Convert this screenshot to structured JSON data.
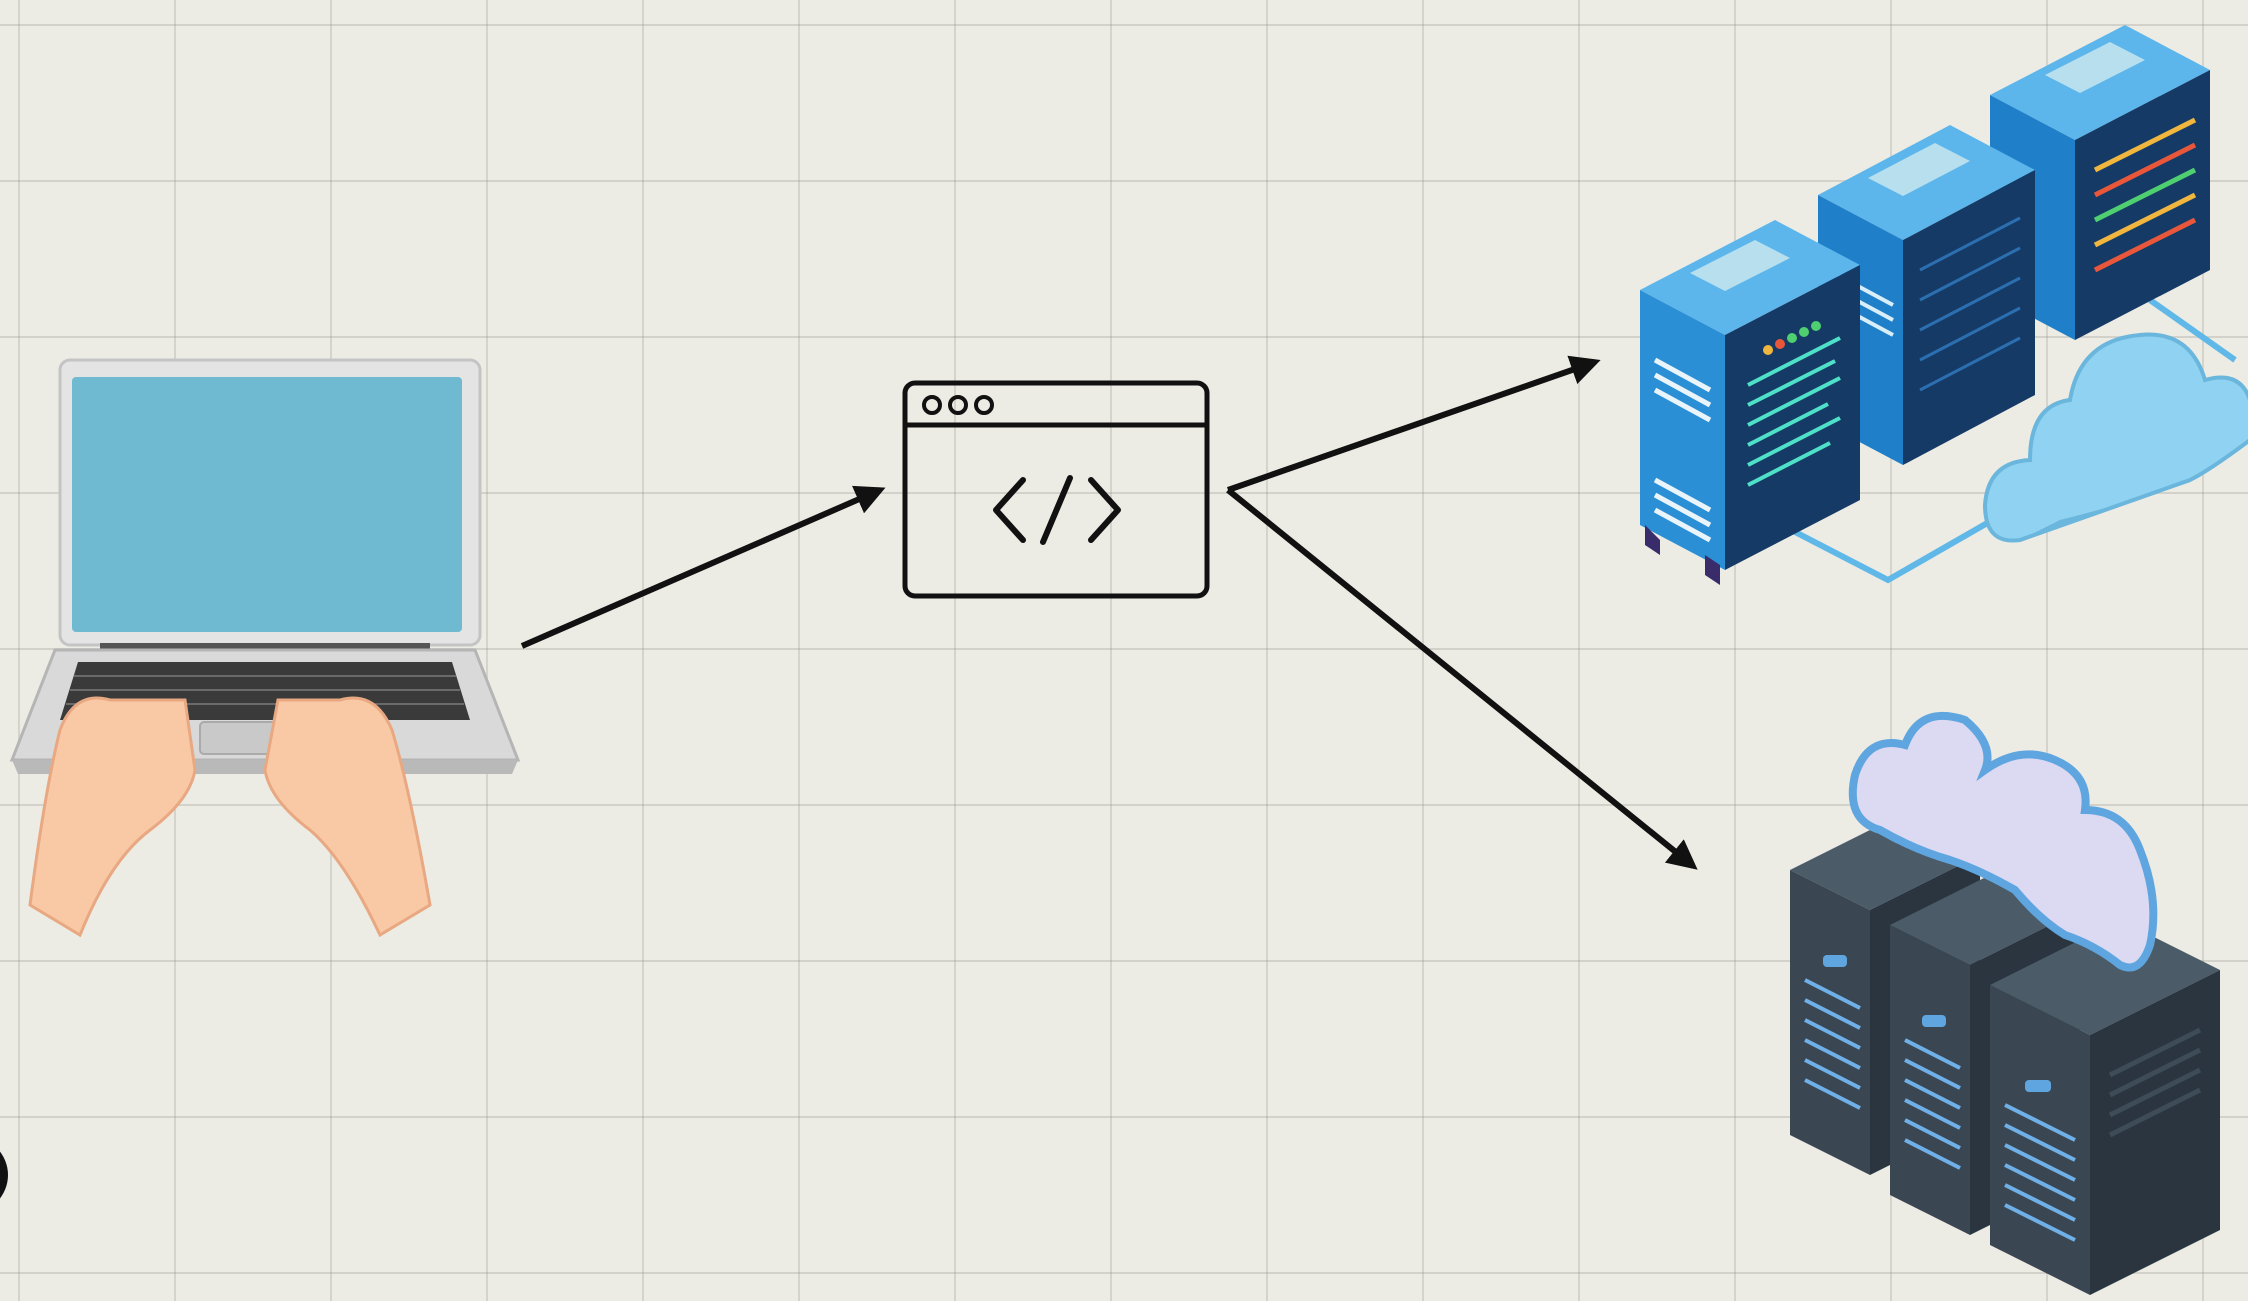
{
  "diagram": {
    "nodes": [
      {
        "id": "user-laptop",
        "icon": "laptop-typing-icon"
      },
      {
        "id": "code-window",
        "icon": "code-browser-window-icon"
      },
      {
        "id": "blue-cloud-servers",
        "icon": "server-rack-cloud-icon"
      },
      {
        "id": "dark-cloud-servers",
        "icon": "server-rack-cloud-icon"
      }
    ],
    "edges": [
      {
        "from": "user-laptop",
        "to": "code-window"
      },
      {
        "from": "code-window",
        "to": "blue-cloud-servers"
      },
      {
        "from": "code-window",
        "to": "dark-cloud-servers"
      }
    ],
    "colors": {
      "background": "#ecebe4",
      "arrow": "#111111",
      "laptop_screen": "#6fbad0",
      "server_blue": "#2b8fd6",
      "server_dark": "#2f3f4c",
      "cloud_light": "#8fd2f2",
      "cloud_lavender": "#dcd9f2"
    }
  }
}
